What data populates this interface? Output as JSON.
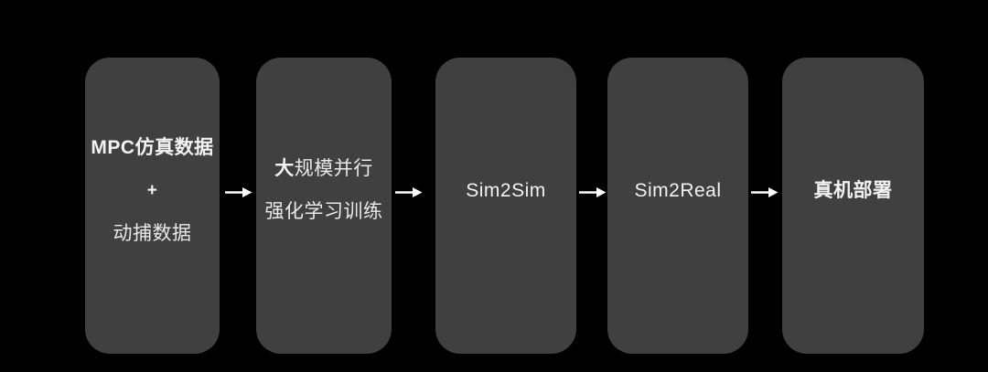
{
  "diagram": {
    "title_implicit": "training-pipeline-flow",
    "colors": {
      "background": "#000000",
      "box_fill": "#404040",
      "text": "#f2f2f2",
      "arrow": "#ffffff"
    },
    "stages": [
      {
        "id": "mpc-sim-data",
        "line1": "MPC仿真数据",
        "line2": "+",
        "line3": "动捕数据"
      },
      {
        "id": "rl-training",
        "line1_bold": "大",
        "line1_rest": "规模并行",
        "line2": "强化学习训练"
      },
      {
        "id": "sim2sim",
        "label": "Sim2Sim"
      },
      {
        "id": "sim2real",
        "label": "Sim2Real"
      },
      {
        "id": "deployment",
        "label": "真机部署"
      }
    ],
    "arrow_count": 4
  }
}
